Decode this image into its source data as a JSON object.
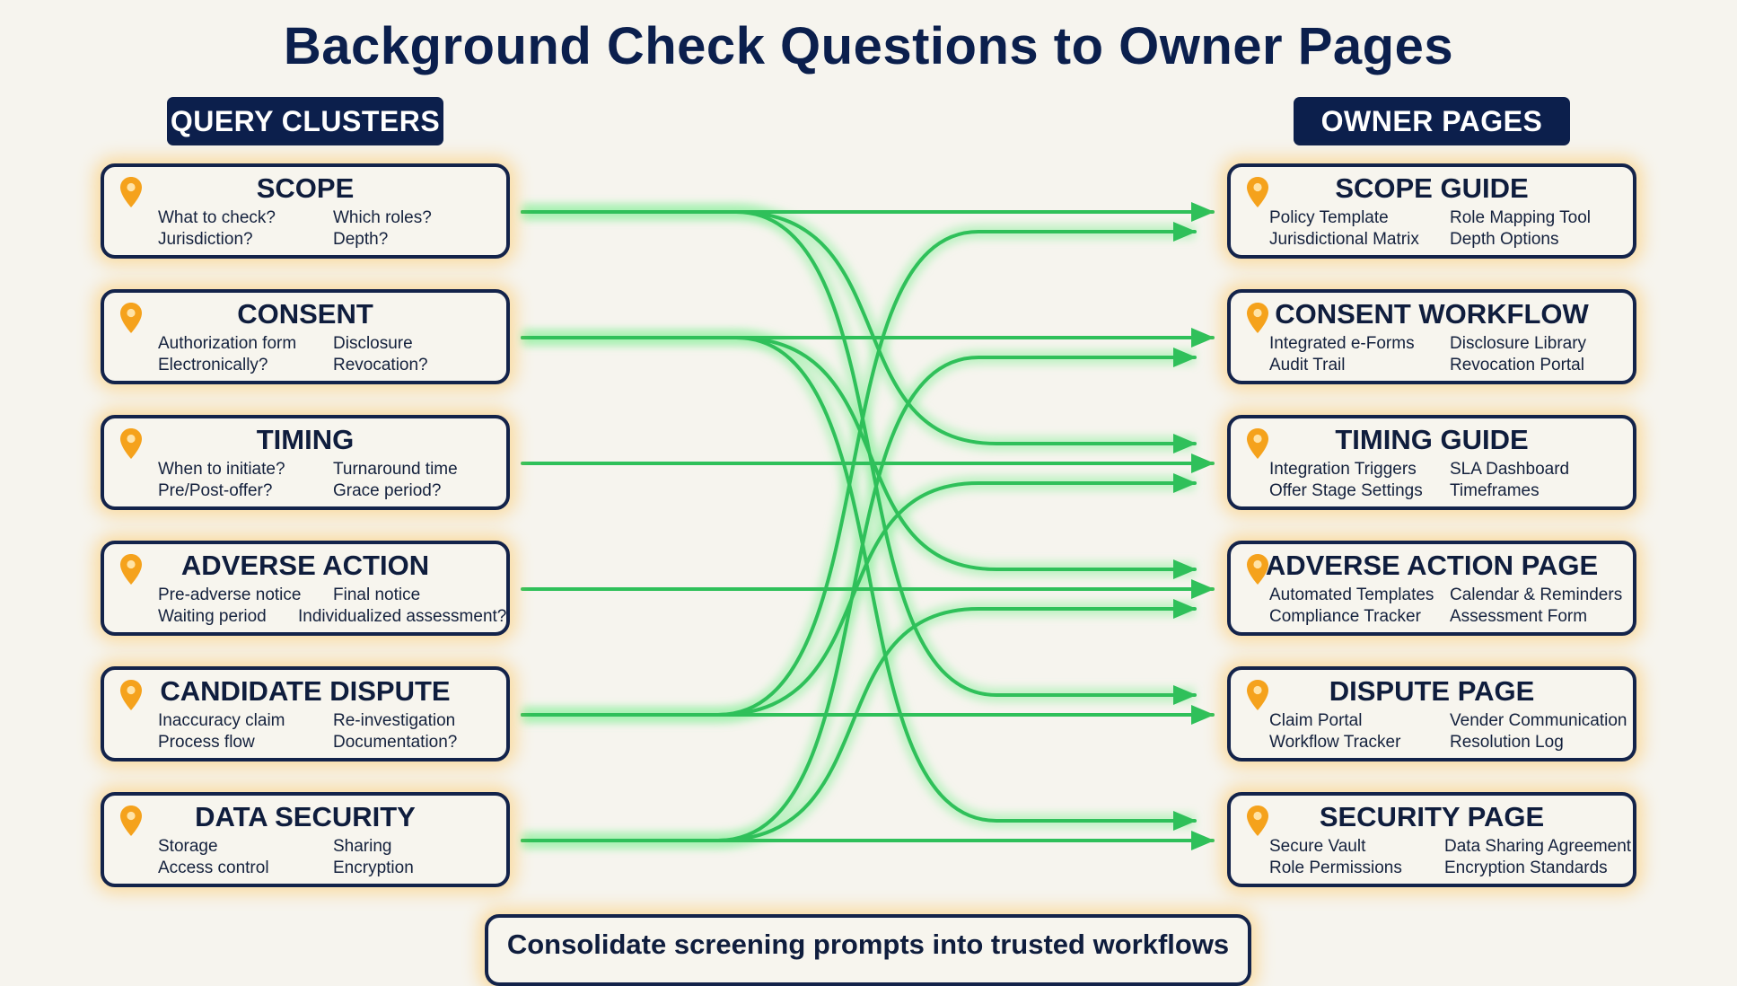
{
  "title": "Background Check Questions to Owner Pages",
  "left_header": "QUERY CLUSTERS",
  "right_header": "OWNER PAGES",
  "query_clusters": [
    {
      "title": "SCOPE",
      "items": [
        "What to check?",
        "Which roles?",
        "Jurisdiction?",
        "Depth?"
      ]
    },
    {
      "title": "CONSENT",
      "items": [
        "Authorization form",
        "Disclosure",
        "Electronically?",
        "Revocation?"
      ]
    },
    {
      "title": "TIMING",
      "items": [
        "When to initiate?",
        "Turnaround time",
        "Pre/Post-offer?",
        "Grace period?"
      ]
    },
    {
      "title": "ADVERSE ACTION",
      "items": [
        "Pre-adverse notice",
        "Final notice",
        "Waiting period",
        "Individualized assessment?"
      ]
    },
    {
      "title": "CANDIDATE DISPUTE",
      "items": [
        "Inaccuracy claim",
        "Re-investigation",
        "Process flow",
        "Documentation?"
      ]
    },
    {
      "title": "DATA SECURITY",
      "items": [
        "Storage",
        "Sharing",
        "Access control",
        "Encryption"
      ]
    }
  ],
  "owner_pages": [
    {
      "title": "SCOPE GUIDE",
      "items": [
        "Policy Template",
        "Role Mapping Tool",
        "Jurisdictional Matrix",
        "Depth Options"
      ]
    },
    {
      "title": "CONSENT WORKFLOW",
      "items": [
        "Integrated e-Forms",
        "Disclosure Library",
        "Audit Trail",
        "Revocation Portal"
      ]
    },
    {
      "title": "TIMING GUIDE",
      "items": [
        "Integration Triggers",
        "SLA Dashboard",
        "Offer Stage Settings",
        "Timeframes"
      ]
    },
    {
      "title": "ADVERSE ACTION PAGE",
      "items": [
        "Automated Templates",
        "Calendar & Reminders",
        "Compliance Tracker",
        "Assessment Form"
      ]
    },
    {
      "title": "DISPUTE PAGE",
      "items": [
        "Claim Portal",
        "Vender Communication",
        "Workflow Tracker",
        "Resolution Log"
      ]
    },
    {
      "title": "SECURITY PAGE",
      "items": [
        "Secure Vault",
        "Data Sharing Agreement",
        "Role Permissions",
        "Encryption Standards"
      ]
    }
  ],
  "links": [
    {
      "from": 0,
      "to": 0
    },
    {
      "from": 0,
      "to": 2
    },
    {
      "from": 0,
      "to": 4
    },
    {
      "from": 1,
      "to": 1
    },
    {
      "from": 1,
      "to": 3
    },
    {
      "from": 1,
      "to": 5
    },
    {
      "from": 2,
      "to": 2
    },
    {
      "from": 3,
      "to": 3
    },
    {
      "from": 4,
      "to": 4
    },
    {
      "from": 4,
      "to": 0
    },
    {
      "from": 4,
      "to": 2
    },
    {
      "from": 5,
      "to": 5
    },
    {
      "from": 5,
      "to": 1
    },
    {
      "from": 5,
      "to": 3
    }
  ],
  "footer": "Consolidate screening prompts into trusted workflows",
  "colors": {
    "navy": "#0c1f4c",
    "link_green": "#2fc05a",
    "link_glow": "#8ff0a0",
    "pin_orange": "#f5a21c",
    "card_glow": "#ffbe46"
  },
  "icons": {
    "card_marker": "map-pin-icon"
  }
}
